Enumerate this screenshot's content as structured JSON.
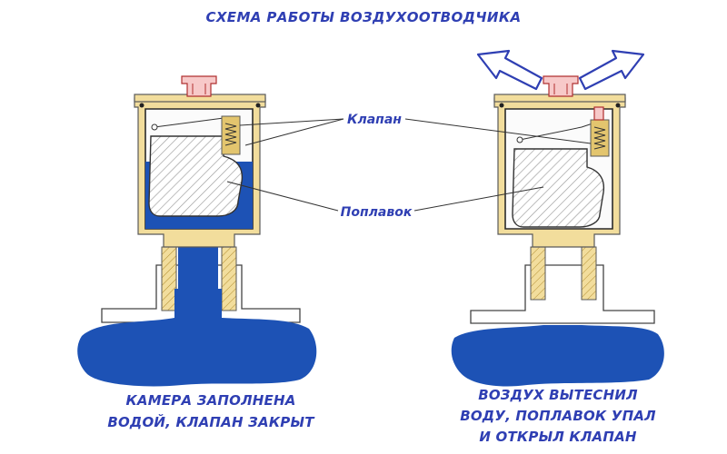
{
  "title": "СХЕМА РАБОТЫ ВОЗДУХООТВОДЧИКА",
  "labels": {
    "valve": "Клапан",
    "float": "Поплавок"
  },
  "captions": {
    "left": [
      "КАМЕРА ЗАПОЛНЕНА",
      "ВОДОЙ, КЛАПАН ЗАКРЫТ"
    ],
    "right": [
      "ВОЗДУХ ВЫТЕСНИЛ",
      "ВОДУ, ПОПЛАВОК УПАЛ",
      "И ОТКРЫЛ КЛАПАН"
    ]
  },
  "colors": {
    "text": "#2f3fb3",
    "water": "#1d52b5",
    "brass": "#f2dd9c",
    "cap": "#f7c9c9",
    "hatch": "#9a9a9a"
  }
}
